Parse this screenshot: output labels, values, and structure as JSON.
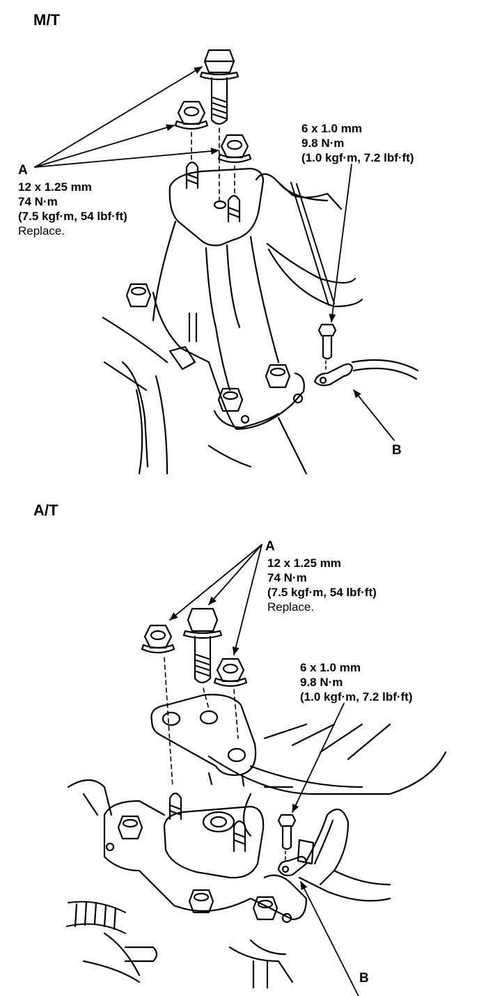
{
  "sections": {
    "mt": {
      "heading": "M/T",
      "callout_a": {
        "letter": "A",
        "lines": [
          "12 x 1.25 mm",
          "74 N·m",
          "(7.5 kgf·m, 54 lbf·ft)",
          "Replace."
        ]
      },
      "callout_bolt": {
        "lines": [
          "6 x 1.0 mm",
          "9.8 N·m",
          "(1.0 kgf·m, 7.2 lbf·ft)"
        ]
      },
      "callout_b": {
        "letter": "B"
      }
    },
    "at": {
      "heading": "A/T",
      "callout_a": {
        "letter": "A",
        "lines": [
          "12 x 1.25 mm",
          "74 N·m",
          "(7.5 kgf·m, 54 lbf·ft)",
          "Replace."
        ]
      },
      "callout_bolt": {
        "lines": [
          "6 x 1.0 mm",
          "9.8 N·m",
          "(1.0 kgf·m, 7.2 lbf·ft)"
        ]
      },
      "callout_b": {
        "letter": "B"
      }
    }
  },
  "colors": {
    "ink": "#000000",
    "paper": "#ffffff"
  }
}
